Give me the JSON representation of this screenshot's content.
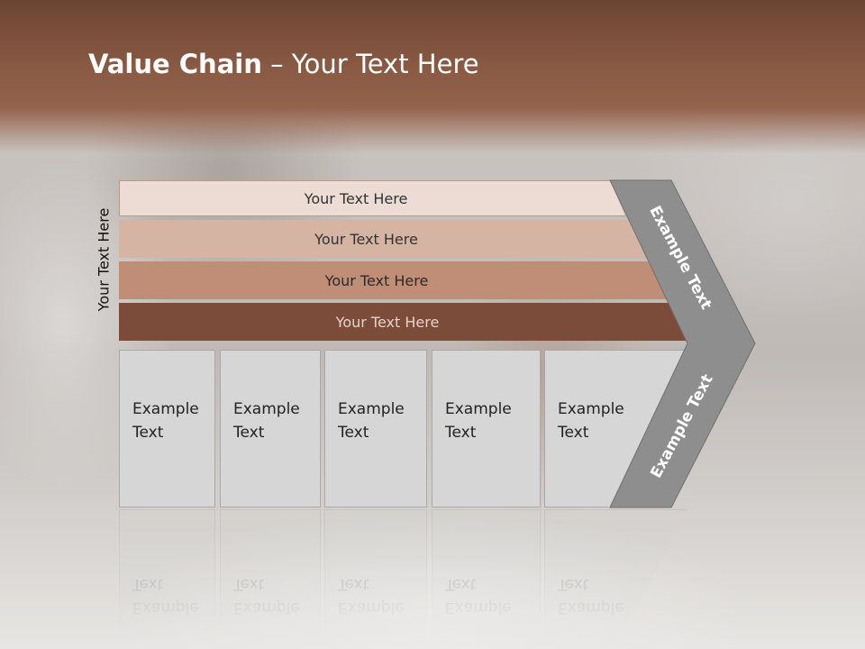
{
  "slide": {
    "title_bold": "Value Chain",
    "title_rest": " – Your Text Here",
    "vertical_label": "Your Text Here"
  },
  "bars": [
    {
      "label": "Your Text Here",
      "color": "#ecdcd4"
    },
    {
      "label": "Your Text Here",
      "color": "#d6b4a3"
    },
    {
      "label": "Your Text Here",
      "color": "#c08d77"
    },
    {
      "label": "Your Text Here",
      "color": "#7b4c3a"
    }
  ],
  "boxes": [
    {
      "line1": "Example",
      "line2": "Text"
    },
    {
      "line1": "Example",
      "line2": "Text"
    },
    {
      "line1": "Example",
      "line2": "Text"
    },
    {
      "line1": "Example",
      "line2": "Text"
    },
    {
      "line1": "Example",
      "line2": "Text"
    }
  ],
  "chevron": {
    "upper_label": "Example Text",
    "lower_label": "Example Text",
    "color": "#8e8e8e"
  },
  "colors": {
    "title_band": "#8a5a44",
    "box_fill": "#d6d6d6"
  }
}
